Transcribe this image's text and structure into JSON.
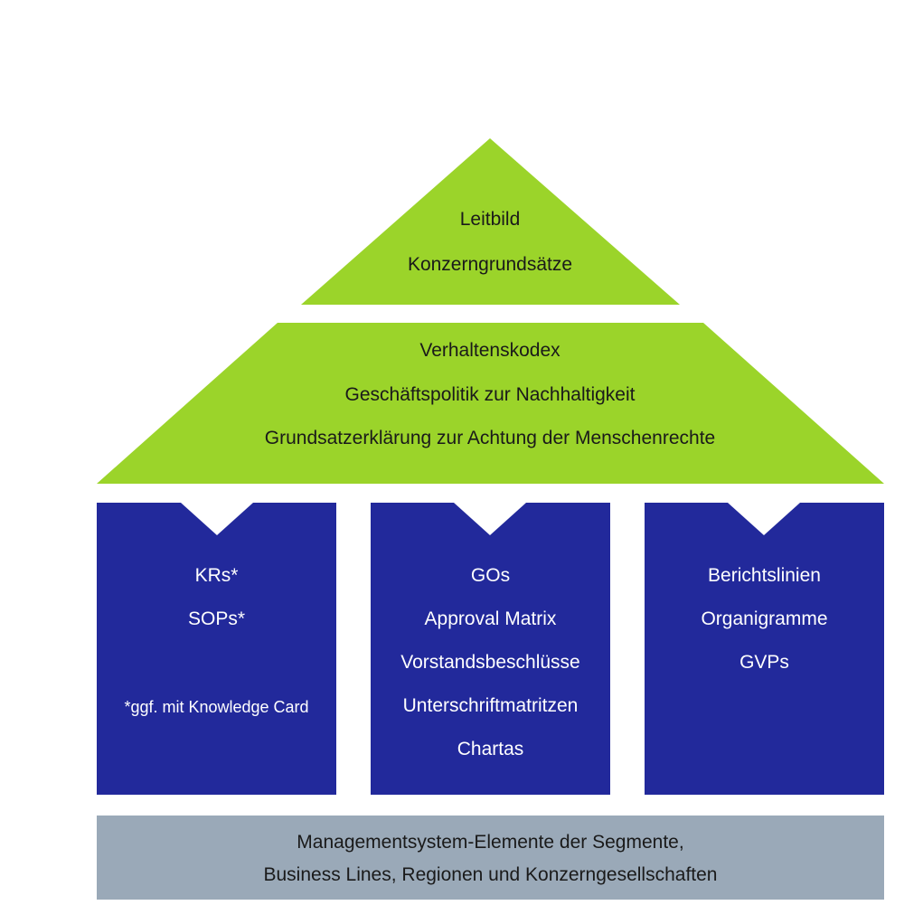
{
  "colors": {
    "roof": "#9bd42a",
    "pillar": "#22299b",
    "foundation": "#9aa9b8",
    "background": "#ffffff"
  },
  "roof_top": {
    "lines": [
      "Leitbild",
      "Konzerngrundsätze"
    ]
  },
  "roof_middle": {
    "lines": [
      "Verhaltenskodex",
      "Geschäftspolitik zur Nachhaltigkeit",
      "Grundsatzerklärung zur Achtung der Menschenrechte"
    ]
  },
  "pillars": [
    {
      "lines": [
        "KRs*",
        "SOPs*"
      ],
      "footnote": "*ggf. mit Knowledge Card"
    },
    {
      "lines": [
        "GOs",
        "Approval Matrix",
        "Vorstandsbeschlüsse",
        "Unterschriftmatritzen",
        "Chartas"
      ]
    },
    {
      "lines": [
        "Berichtslinien",
        "Organigramme",
        "GVPs"
      ]
    }
  ],
  "foundation": {
    "lines": [
      "Managementsystem-Elemente der Segmente,",
      "Business Lines, Regionen und Konzerngesellschaften"
    ]
  }
}
